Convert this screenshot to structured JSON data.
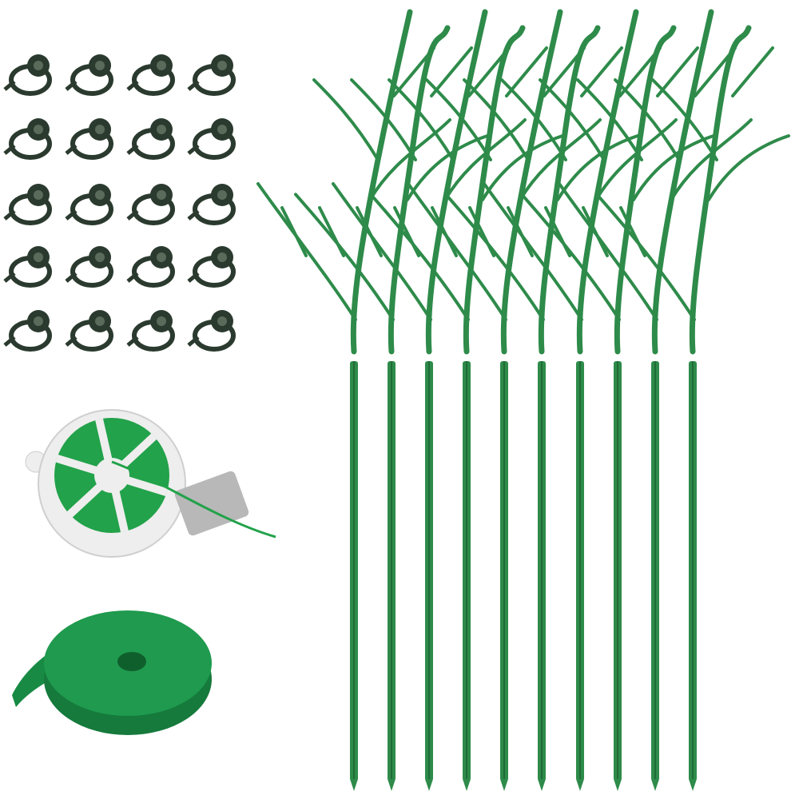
{
  "product": {
    "colors": {
      "stake_green": "#2e8b4a",
      "stake_dark": "#1f6b36",
      "clip_dark": "#2b3a2e",
      "velcro_green": "#1f9a4e",
      "wire_green": "#22a24a",
      "spool_white": "#eeeeee",
      "cutter_metal": "#b8b8b8"
    },
    "components": {
      "plant_clips": {
        "count": 20,
        "rows": 5,
        "columns": 4,
        "icon": "plant-clip-icon"
      },
      "garden_wire_spool": {
        "count": 1,
        "icon": "wire-spool-icon"
      },
      "velcro_tape_roll": {
        "count": 1,
        "icon": "velcro-roll-icon"
      },
      "branch_stakes": {
        "count": 10,
        "icon": "branch-stake-icon"
      }
    }
  }
}
